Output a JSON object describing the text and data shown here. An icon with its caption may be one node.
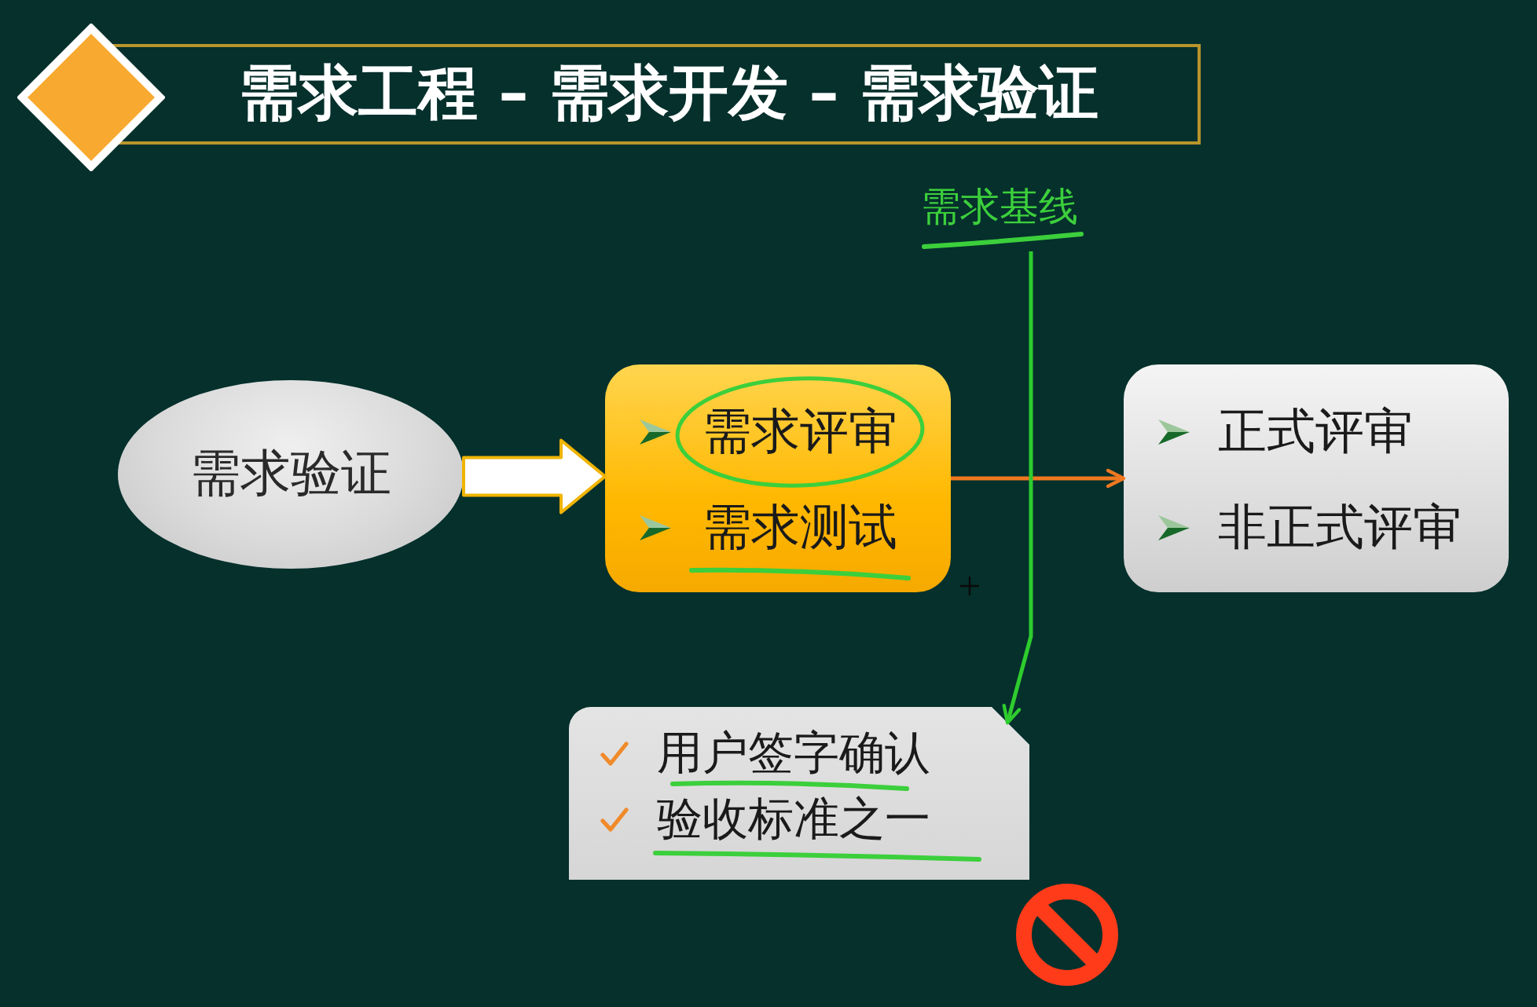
{
  "diagram": {
    "title": "需求工程 – 需求开发 – 需求验证",
    "nodes": [
      {
        "text": [
          "需求验证"
        ]
      },
      {
        "text": [
          "需求评审",
          "需求测试"
        ]
      },
      {
        "text": [
          "正式评审",
          "非正式评审"
        ]
      },
      {
        "text": [
          "用户签字确认",
          "验收标准之一"
        ]
      },
      {
        "text": [
          "需求基线"
        ]
      }
    ],
    "edges": [
      {
        "from": 0,
        "to": 1,
        "arrow": "to",
        "style": "thick",
        "color": "#ffffff"
      },
      {
        "from": 1,
        "to": 2,
        "arrow": "to",
        "color": "#f07820"
      },
      {
        "from": 4,
        "to": 3,
        "arrow": "to",
        "color": "#2ecc2e"
      }
    ]
  }
}
